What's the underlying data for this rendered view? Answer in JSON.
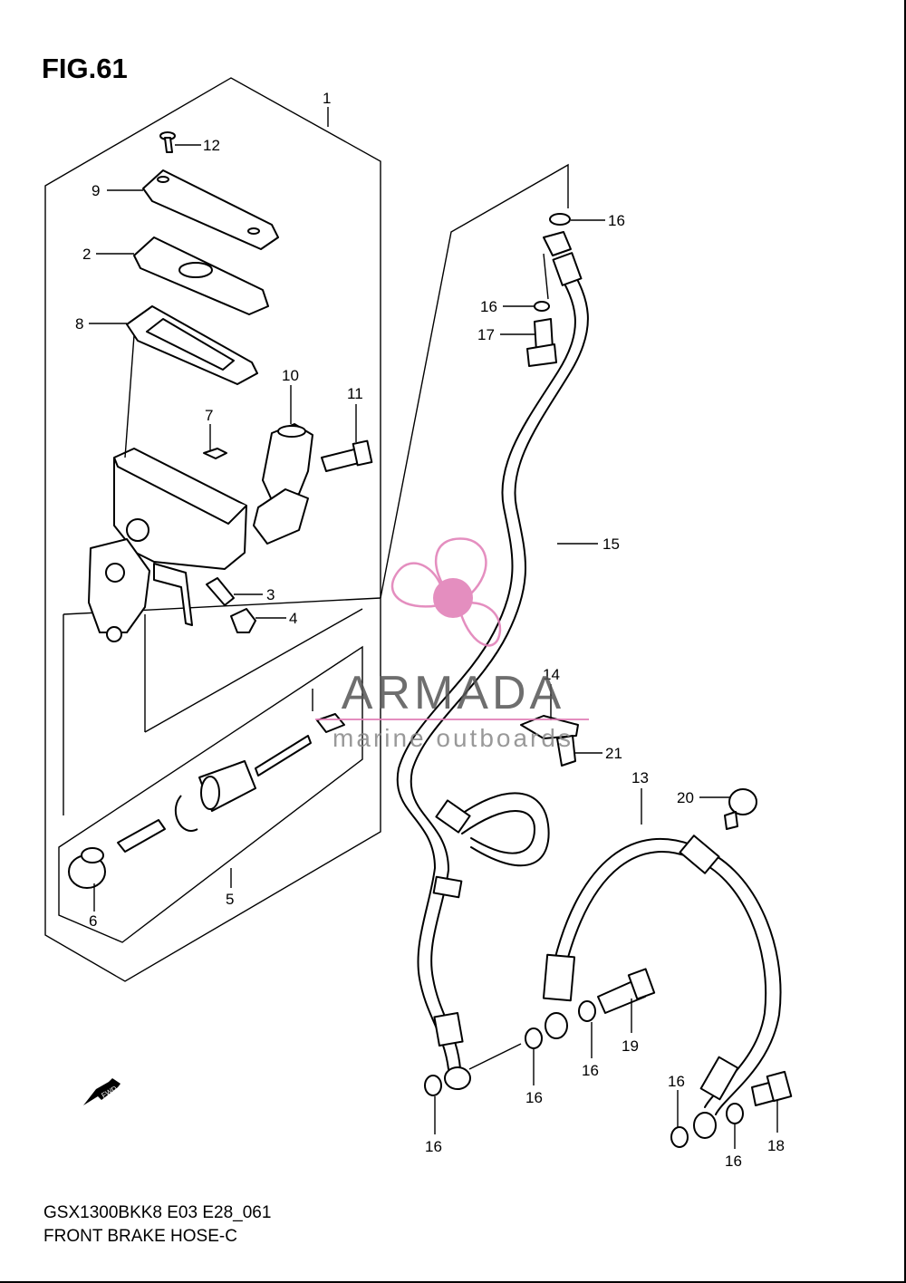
{
  "figure": {
    "title": "FIG.61",
    "model_code": "GSX1300BKK8 E03 E28_061",
    "diagram_title": "FRONT BRAKE HOSE-C"
  },
  "watermark": {
    "brand": "ARMADA",
    "tagline": "marine outboards",
    "color": "#e07bb5"
  },
  "fwd_label": "FWD",
  "callouts": [
    {
      "id": "c1",
      "text": "1"
    },
    {
      "id": "c12",
      "text": "12"
    },
    {
      "id": "c9",
      "text": "9"
    },
    {
      "id": "c2",
      "text": "2"
    },
    {
      "id": "c8",
      "text": "8"
    },
    {
      "id": "c10",
      "text": "10"
    },
    {
      "id": "c11",
      "text": "11"
    },
    {
      "id": "c7",
      "text": "7"
    },
    {
      "id": "c3",
      "text": "3"
    },
    {
      "id": "c4",
      "text": "4"
    },
    {
      "id": "c5",
      "text": "5"
    },
    {
      "id": "c6",
      "text": "6"
    },
    {
      "id": "c16a",
      "text": "16"
    },
    {
      "id": "c16b",
      "text": "16"
    },
    {
      "id": "c17",
      "text": "17"
    },
    {
      "id": "c15",
      "text": "15"
    },
    {
      "id": "c14",
      "text": "14"
    },
    {
      "id": "c21",
      "text": "21"
    },
    {
      "id": "c13",
      "text": "13"
    },
    {
      "id": "c20",
      "text": "20"
    },
    {
      "id": "c19",
      "text": "19"
    },
    {
      "id": "c16c",
      "text": "16"
    },
    {
      "id": "c16d",
      "text": "16"
    },
    {
      "id": "c16e",
      "text": "16"
    },
    {
      "id": "c16f",
      "text": "16"
    },
    {
      "id": "c16g",
      "text": "16"
    },
    {
      "id": "c18",
      "text": "18"
    }
  ]
}
